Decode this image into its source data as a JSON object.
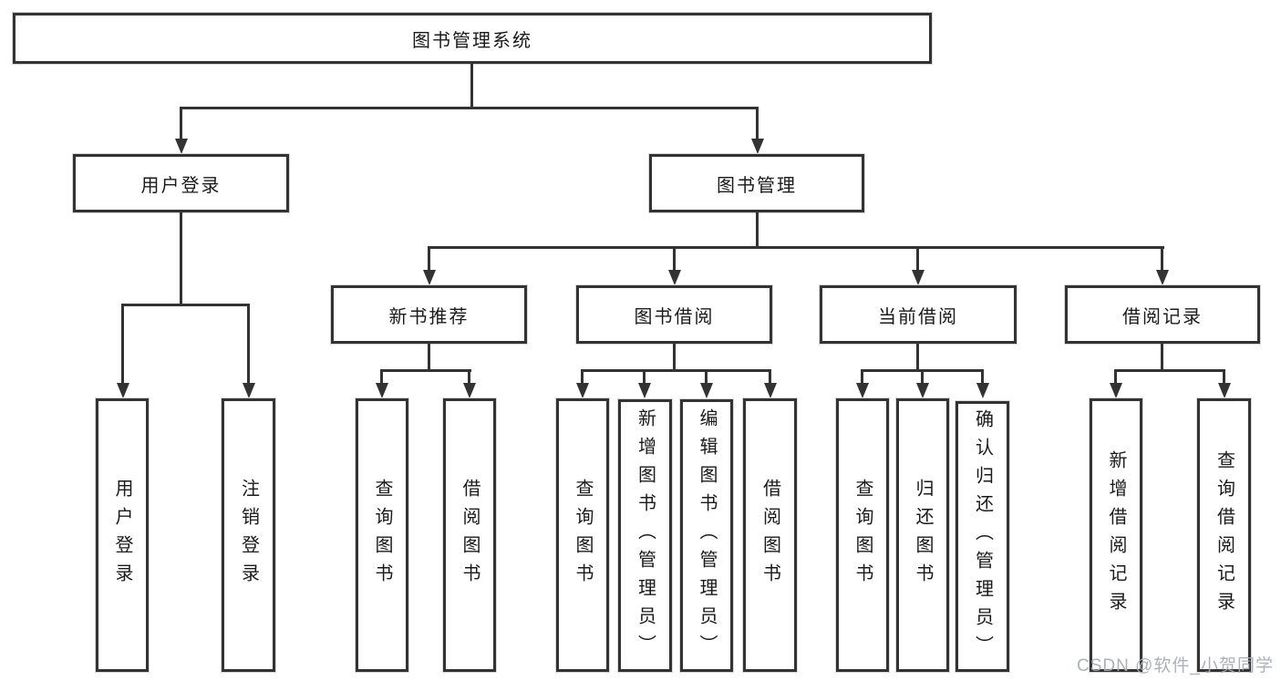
{
  "diagram": {
    "title": "图书管理系统",
    "nodes": {
      "root": "图书管理系统",
      "level2": [
        "用户登录",
        "图书管理"
      ],
      "level3": [
        "新书推荐",
        "图书借阅",
        "当前借阅",
        "借阅记录"
      ],
      "leaves": [
        "用户登录",
        "注销登录",
        "查询图书",
        "借阅图书",
        "查询图书",
        "新增图书（管理员）",
        "编辑图书（管理员）",
        "借阅图书",
        "查询图书",
        "归还图书",
        "确认归还（管理员）",
        "新增借阅记录",
        "查询借阅记录"
      ]
    },
    "colors": {
      "line": "#333333",
      "box_border": "#333333",
      "box_fill": "#ffffff",
      "text": "#1a1a1a",
      "watermark": "#a8adb3"
    }
  },
  "watermark": "CSDN @软件_小贺同学"
}
